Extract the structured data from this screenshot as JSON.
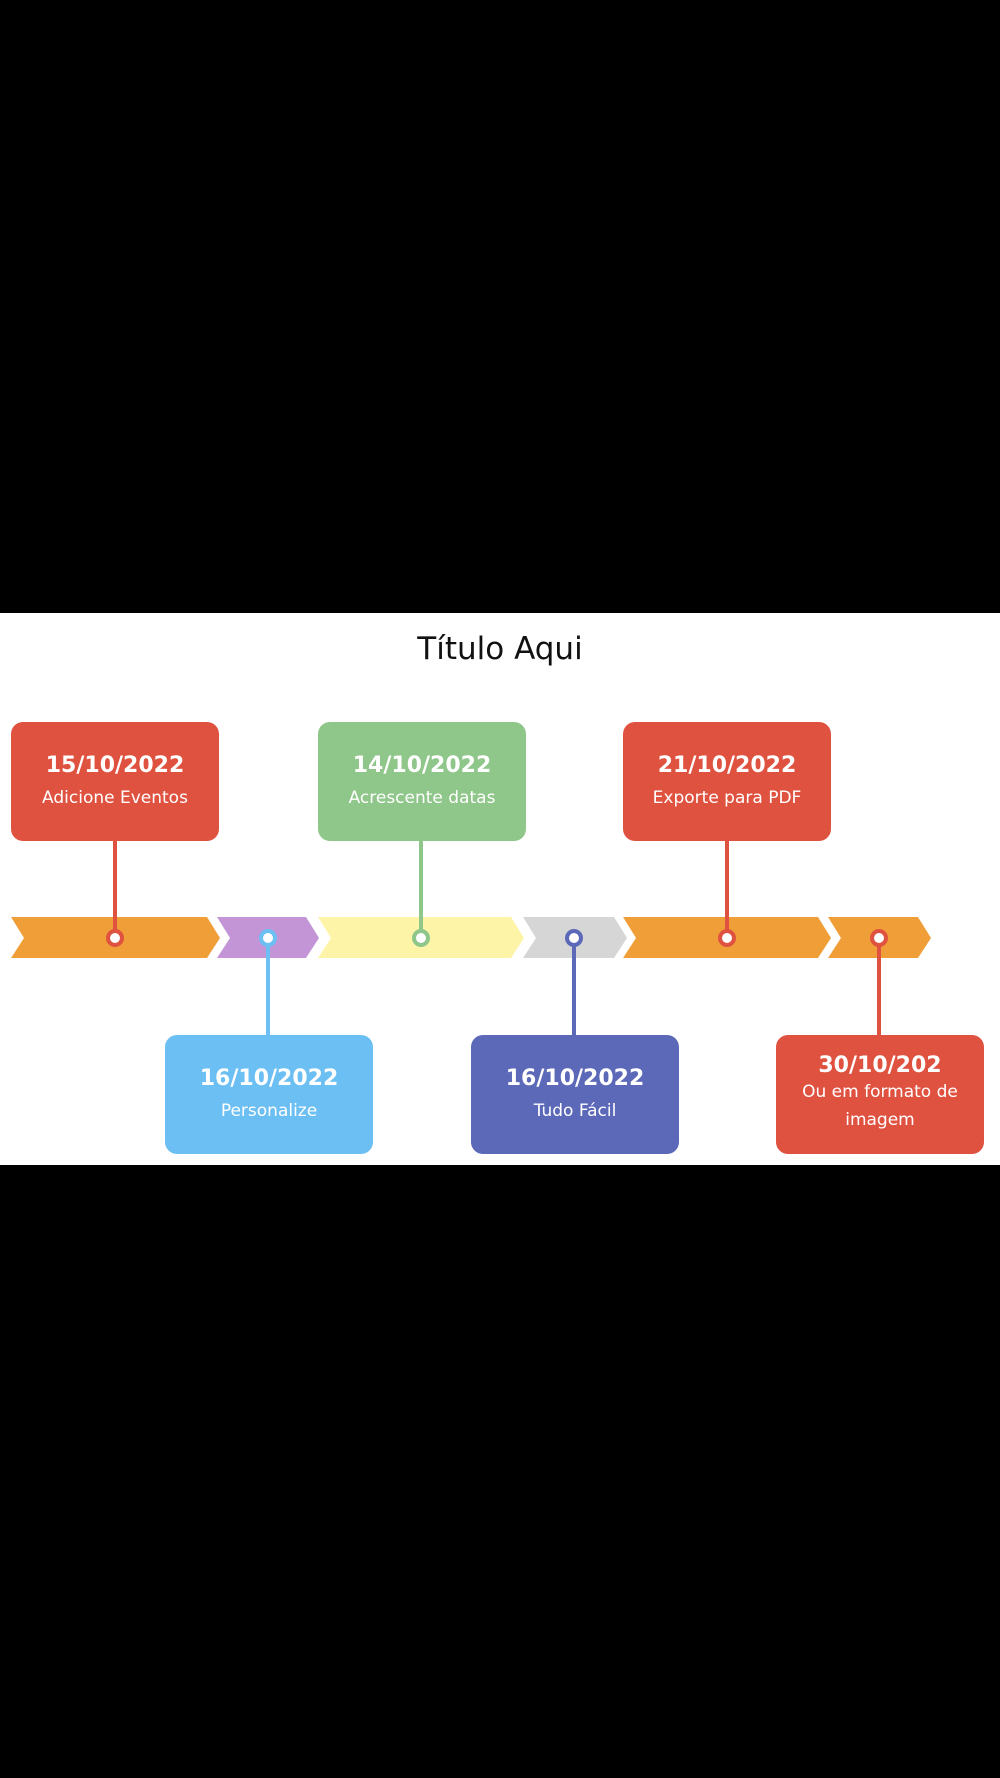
{
  "title": "Título Aqui",
  "colors": {
    "red": "#E05240",
    "orange": "#F09E38",
    "purple": "#C495D6",
    "yellow": "#FDF4A8",
    "grey": "#D6D6D6",
    "green": "#8FC68A",
    "blue": "#6CBFF2",
    "indigo": "#5C68B8"
  },
  "segments": [
    "#F09E38",
    "#C495D6",
    "#FDF4A8",
    "#D6D6D6",
    "#F09E38",
    "#F09E38"
  ],
  "events": [
    {
      "date": "15/10/2022",
      "label": "Adicione Eventos",
      "color": "#E05240",
      "position": "above"
    },
    {
      "date": "16/10/2022",
      "label": "Personalize",
      "color": "#6CBFF2",
      "position": "below"
    },
    {
      "date": "14/10/2022",
      "label": "Acrescente datas",
      "color": "#8FC68A",
      "position": "above"
    },
    {
      "date": "16/10/2022",
      "label": "Tudo Fácil",
      "color": "#5C68B8",
      "position": "below"
    },
    {
      "date": "21/10/2022",
      "label": "Exporte para PDF",
      "color": "#E05240",
      "position": "above"
    },
    {
      "date": "30/10/202",
      "label": "Ou em formato de imagem",
      "color": "#E05240",
      "position": "below"
    }
  ]
}
